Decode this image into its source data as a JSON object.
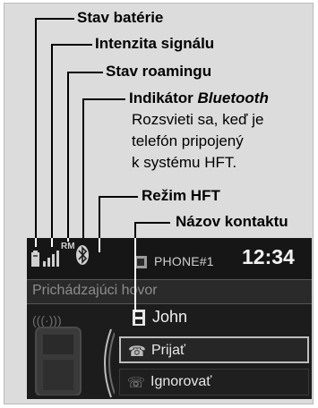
{
  "labels": {
    "battery": "Stav batérie",
    "signal": "Intenzita signálu",
    "roaming": "Stav roamingu",
    "bt_prefix": "Indikátor ",
    "bt_name": "Bluetooth",
    "bt_desc_1": "Rozsvieti sa, keď je",
    "bt_desc_2": "telefón pripojený",
    "bt_desc_3": "k systému HFT.",
    "hft_mode": "Režim HFT",
    "contact_name": "Názov kontaktu"
  },
  "screen": {
    "roaming_badge": "RM",
    "phone_label": "PHONE#1",
    "time": "12:34",
    "incoming": "Prichádzajúci hovor",
    "contact": "John",
    "accept": "Prijať",
    "ignore": "Ignorovať"
  },
  "colors": {
    "panel_bg": "#dcdcdc",
    "screen_bg": "#1c1c1c",
    "callout_line": "#000000"
  },
  "icons": [
    "battery-icon",
    "signal-bars-icon",
    "bluetooth-icon",
    "phone-book-icon",
    "handset-icon",
    "accept-call-icon",
    "ignore-call-icon",
    "ringing-waves-icon"
  ]
}
